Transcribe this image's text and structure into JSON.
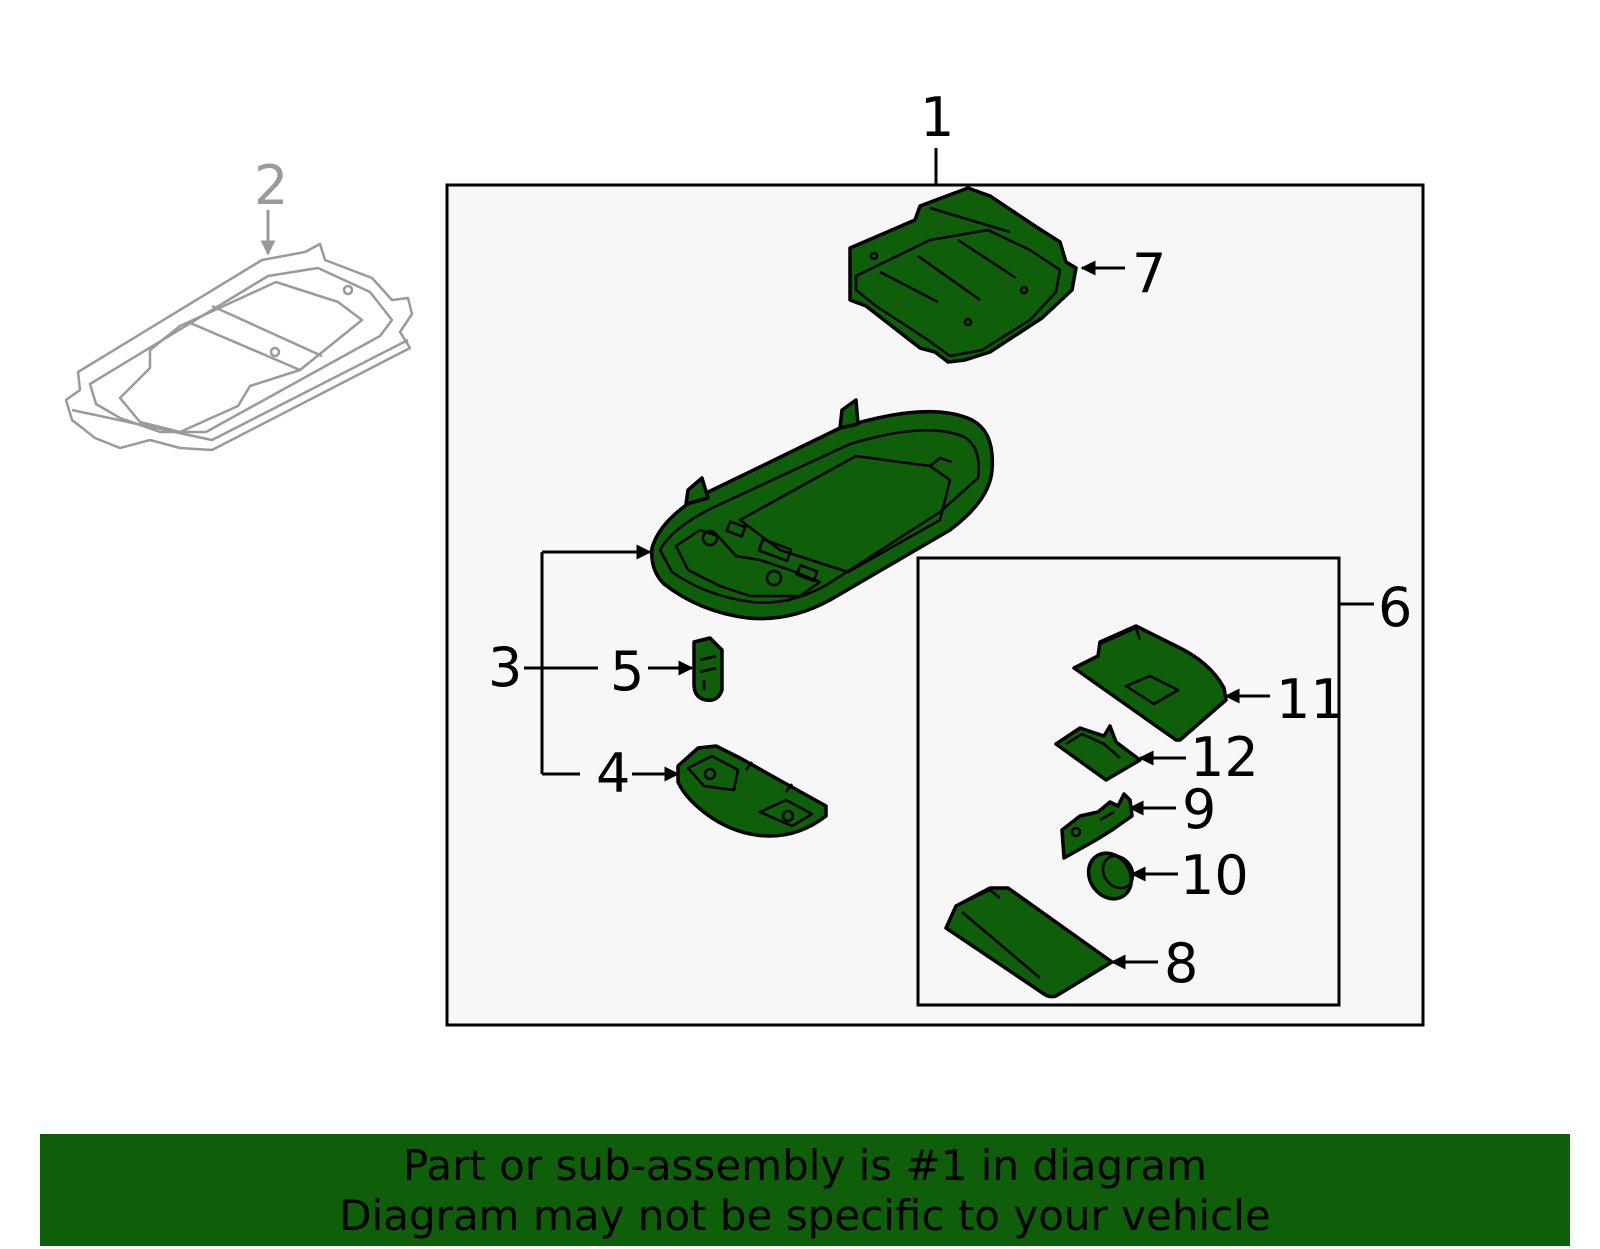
{
  "colors": {
    "part_fill": "#0f5e09",
    "banner_bg": "#0f5e09",
    "box_bg": "#f7f7f7",
    "reference_part": "#9a9a9a"
  },
  "callouts": {
    "c1": "1",
    "c2": "2",
    "c3": "3",
    "c4": "4",
    "c5": "5",
    "c6": "6",
    "c7": "7",
    "c8": "8",
    "c9": "9",
    "c10": "10",
    "c11": "11",
    "c12": "12"
  },
  "banner": {
    "line1": "Part or sub-assembly is #1 in diagram",
    "line2": "Diagram may not be specific to your vehicle"
  }
}
